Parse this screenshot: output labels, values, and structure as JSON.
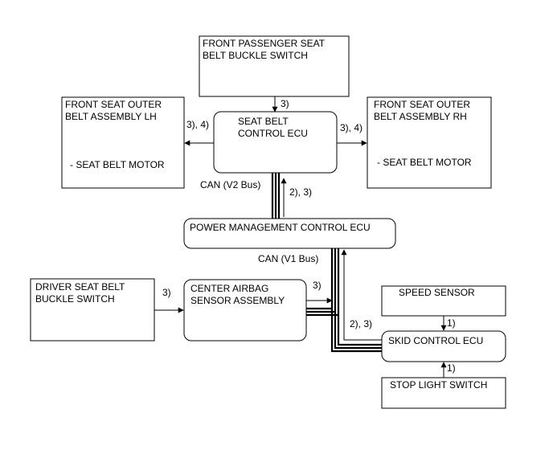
{
  "boxes": {
    "front_passenger_buckle_switch": [
      "FRONT PASSENGER SEAT",
      "BELT BUCKLE SWITCH"
    ],
    "front_seat_outer_belt_lh": [
      "FRONT SEAT OUTER",
      "BELT ASSEMBLY LH"
    ],
    "front_seat_outer_belt_lh_motor": "- SEAT BELT MOTOR",
    "seat_belt_control_ecu": [
      "SEAT BELT",
      "CONTROL ECU"
    ],
    "front_seat_outer_belt_rh": [
      "FRONT SEAT OUTER",
      "BELT ASSEMBLY RH"
    ],
    "front_seat_outer_belt_rh_motor": "- SEAT BELT MOTOR",
    "power_management_control_ecu": "POWER MANAGEMENT CONTROL ECU",
    "driver_seat_buckle_switch": [
      "DRIVER SEAT BELT",
      "BUCKLE SWITCH"
    ],
    "center_airbag_sensor_assembly": [
      "CENTER AIRBAG",
      "SENSOR ASSEMBLY"
    ],
    "speed_sensor": "SPEED SENSOR",
    "skid_control_ecu": "SKID CONTROL ECU",
    "stop_light_switch": "STOP LIGHT SWITCH"
  },
  "labels": {
    "passenger_to_ecu": "3)",
    "ecu_to_lh": "3), 4)",
    "ecu_to_rh": "3), 4)",
    "can_v2_bus": "CAN (V2 Bus)",
    "v2_signal": "2), 3)",
    "can_v1_bus": "CAN (V1 Bus)",
    "driver_to_airbag": "3)",
    "airbag_to_bus": "3)",
    "skid_to_bus": "2), 3)",
    "speed_to_skid": "1)",
    "stoplight_to_skid": "1)"
  }
}
